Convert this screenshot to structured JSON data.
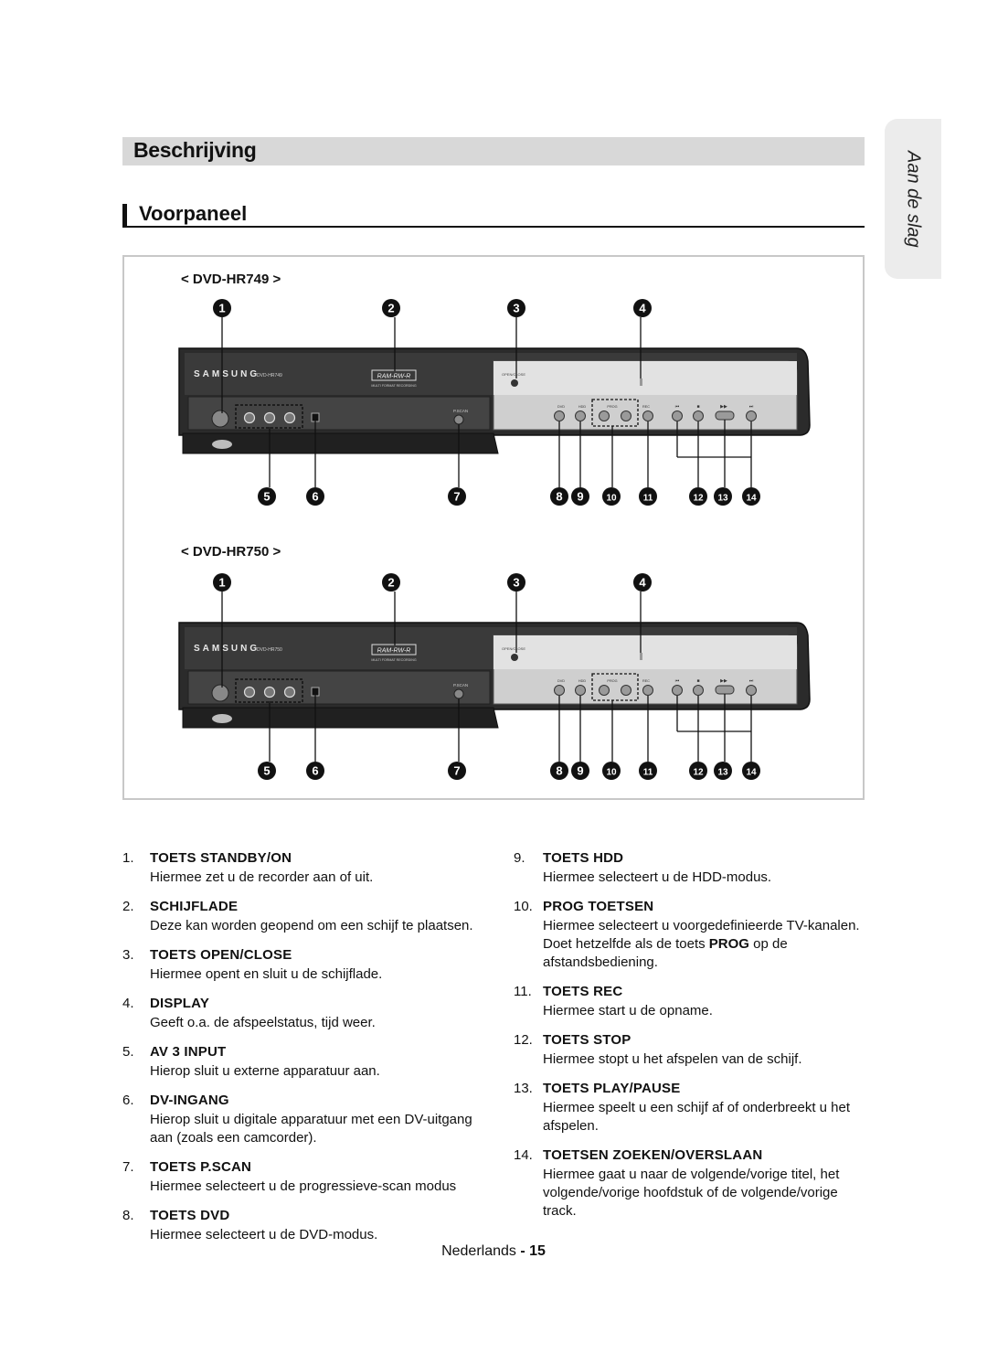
{
  "side_tab": {
    "label": "Aan de slag"
  },
  "section": {
    "title": "Beschrijving"
  },
  "subsection": {
    "title": "Voorpaneel"
  },
  "models": [
    {
      "label": "< DVD-HR749 >",
      "brand": "SAMSUNG",
      "model_print": "DVD-HR749",
      "format_logo": "RAM-RW-R",
      "format_caption": "MULTI FORMAT RECORDING",
      "open_close": "OPEN/CLOSE",
      "pscan": "P.SCAN",
      "buttons": [
        "DVD",
        "HDD",
        "PROG",
        "REC"
      ]
    },
    {
      "label": "< DVD-HR750 >",
      "brand": "SAMSUNG",
      "model_print": "DVD-HR750",
      "format_logo": "RAM-RW-R",
      "format_caption": "MULTI FORMAT RECORDING",
      "open_close": "OPEN/CLOSE",
      "pscan": "P.SCAN",
      "buttons": [
        "DVD",
        "HDD",
        "PROG",
        "REC"
      ]
    }
  ],
  "callouts": [
    "1",
    "2",
    "3",
    "4",
    "5",
    "6",
    "7",
    "8",
    "9",
    "10",
    "11",
    "12",
    "13",
    "14"
  ],
  "items_left": [
    {
      "num": "1.",
      "head": "TOETS STANDBY/ON",
      "desc": "Hiermee zet u de recorder aan of uit."
    },
    {
      "num": "2.",
      "head": "SCHIJFLADE",
      "desc": "Deze kan worden geopend om een schijf te plaatsen."
    },
    {
      "num": "3.",
      "head": "TOETS OPEN/CLOSE",
      "desc": "Hiermee opent en sluit u de schijflade."
    },
    {
      "num": "4.",
      "head": "DISPLAY",
      "desc": "Geeft o.a. de afspeelstatus, tijd weer."
    },
    {
      "num": "5.",
      "head": "AV 3 INPUT",
      "desc": "Hierop sluit u externe apparatuur aan."
    },
    {
      "num": "6.",
      "head": "DV-INGANG",
      "desc": "Hierop sluit u digitale apparatuur met een DV-uitgang aan (zoals een camcorder)."
    },
    {
      "num": "7.",
      "head": "TOETS P.SCAN",
      "desc": "Hiermee selecteert u de progressieve-scan modus"
    },
    {
      "num": "8.",
      "head": "TOETS DVD",
      "desc": "Hiermee selecteert u de DVD-modus."
    }
  ],
  "items_right": [
    {
      "num": "9.",
      "head": "TOETS HDD",
      "desc": "Hiermee selecteert u de HDD-modus."
    },
    {
      "num": "10.",
      "head": "PROG TOETSEN",
      "desc_pre": "Hiermee selecteert u voorgedefinieerde TV-kanalen. Doet hetzelfde als de toets ",
      "desc_bold": "PROG",
      "desc_post": " op de afstandsbediening."
    },
    {
      "num": "11.",
      "head": "TOETS REC",
      "desc": "Hiermee start u de opname."
    },
    {
      "num": "12.",
      "head": "TOETS STOP",
      "desc": "Hiermee stopt u het afspelen van de schijf."
    },
    {
      "num": "13.",
      "head": "TOETS PLAY/PAUSE",
      "desc": "Hiermee speelt u een schijf af of onderbreekt u het afspelen."
    },
    {
      "num": "14.",
      "head": "TOETSEN ZOEKEN/OVERSLAAN",
      "desc": "Hiermee gaat u naar de volgende/vorige titel, het volgende/vorige hoofdstuk of de volgende/vorige track."
    }
  ],
  "footer": {
    "language": "Nederlands",
    "separator": " - ",
    "page": "15"
  }
}
